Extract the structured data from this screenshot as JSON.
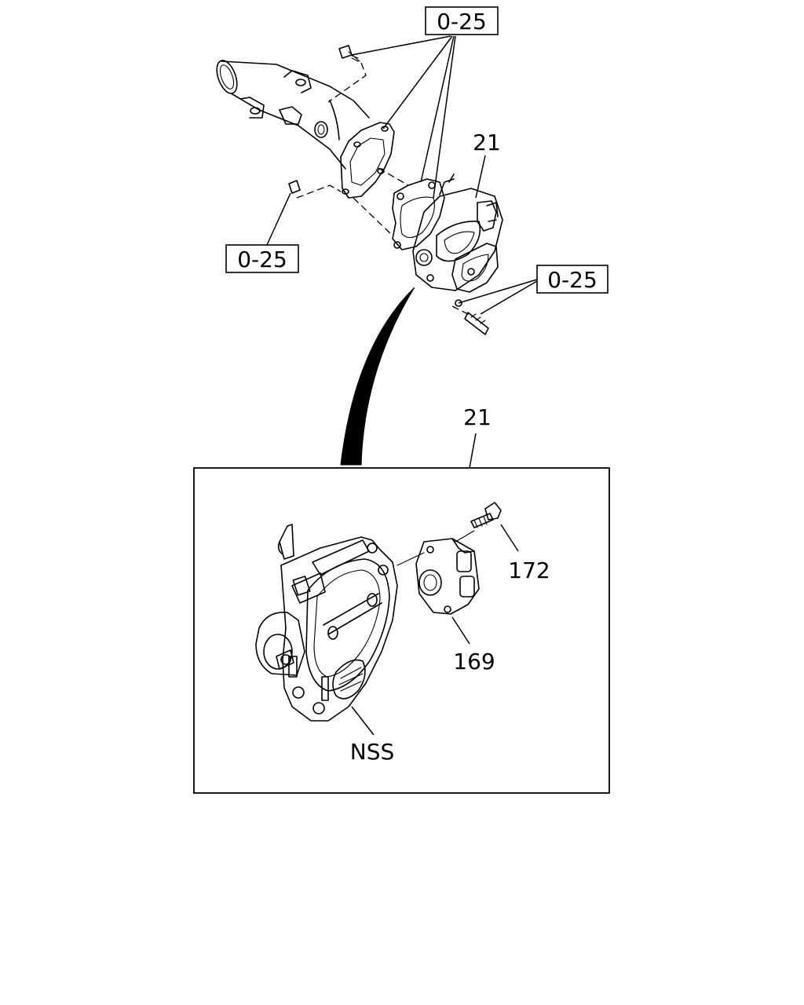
{
  "callouts": {
    "ref_top": "0-25",
    "ref_left": "0-25",
    "ref_right": "0-25",
    "part_21_top": "21",
    "part_21_detail": "21",
    "part_172": "172",
    "part_169": "169",
    "part_nss": "NSS"
  }
}
